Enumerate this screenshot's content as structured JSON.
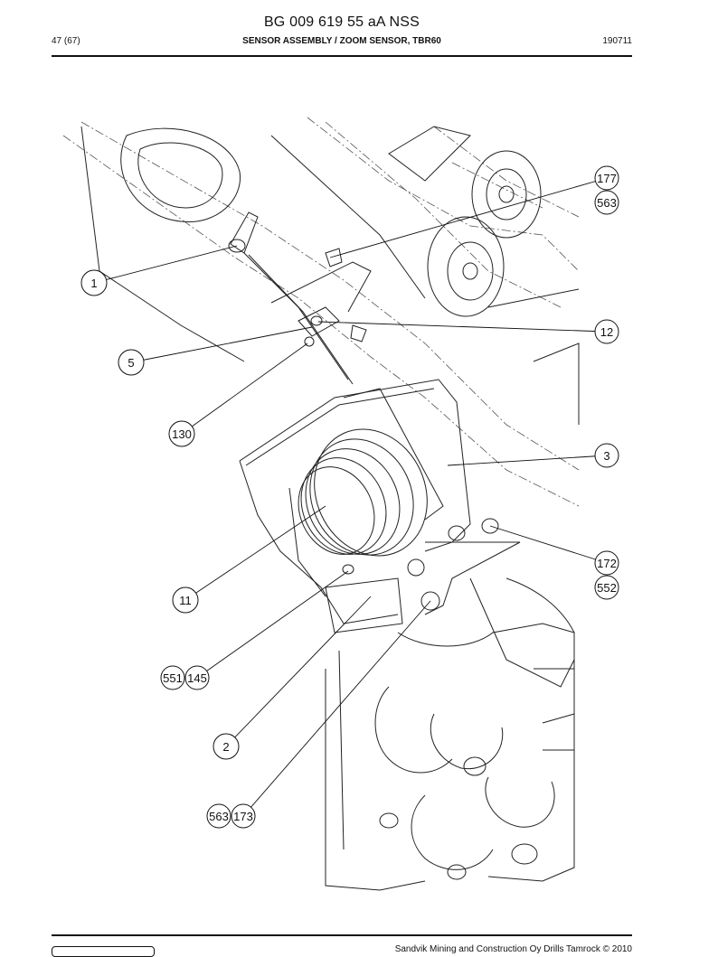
{
  "document": {
    "id": "BG 009 619 55 aA NSS",
    "page": "47 (67)",
    "title": "SENSOR ASSEMBLY / ZOOM SENSOR, TBR60",
    "date": "190711",
    "footer": "Sandvik Mining and Construction Oy Drills Tamrock © 2010"
  },
  "callouts": {
    "c177": "177",
    "c563a": "563",
    "c1": "1",
    "c12": "12",
    "c5": "5",
    "c130": "130",
    "c3": "3",
    "c172": "172",
    "c552": "552",
    "c11": "11",
    "c551": "551",
    "c145": "145",
    "c2": "2",
    "c563b": "563",
    "c173": "173"
  }
}
